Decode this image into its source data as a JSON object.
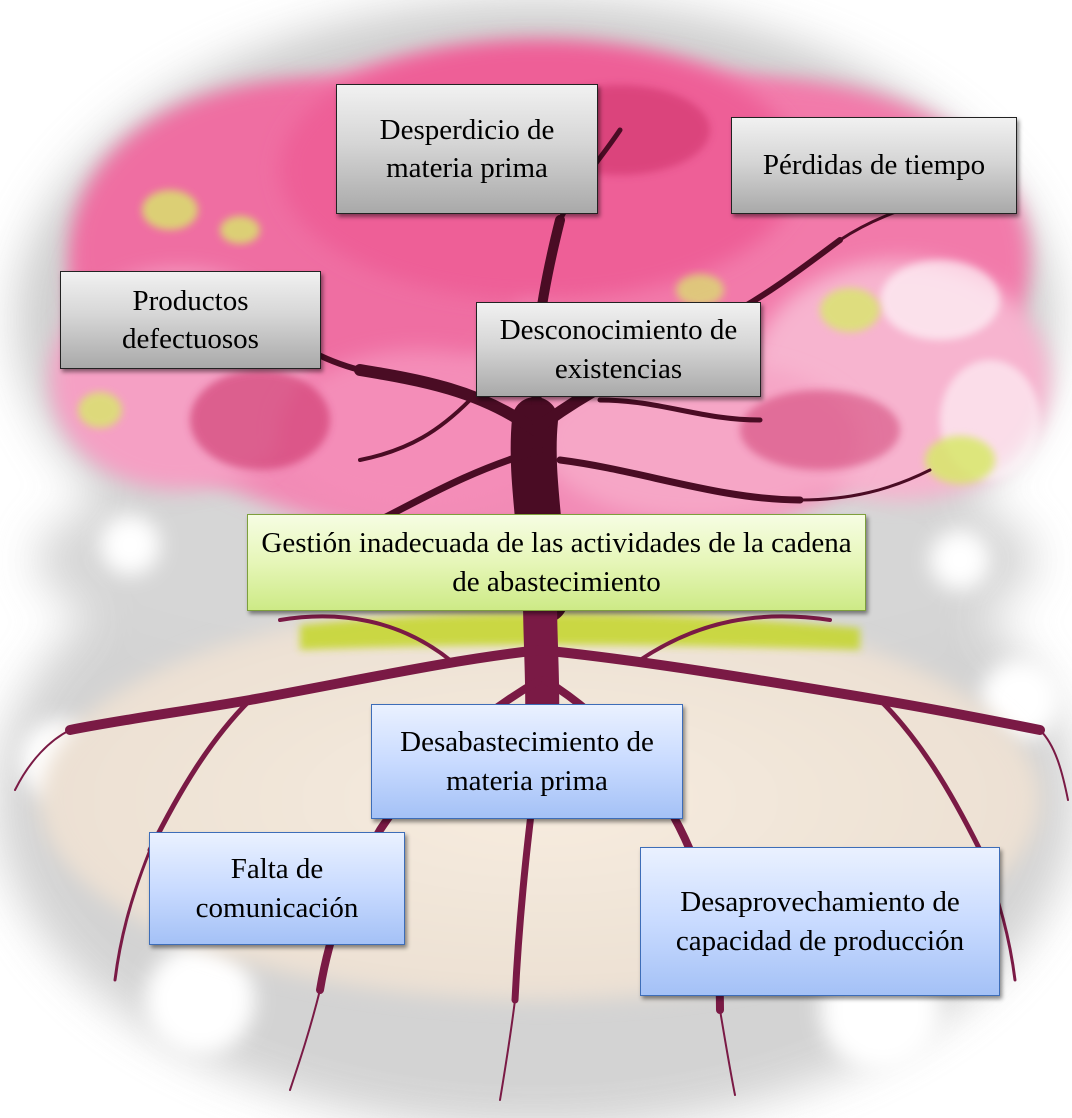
{
  "diagram": {
    "problem": "Gestión inadecuada de las actividades de la cadena de abastecimiento",
    "effects": [
      "Desperdicio de materia prima",
      "Pérdidas de tiempo",
      "Productos defectuosos",
      "Desconocimiento de existencias"
    ],
    "causes": [
      "Desabastecimiento de materia prima",
      "Falta de comunicación",
      "Desaprovechamiento de capacidad de producción"
    ]
  },
  "colors": {
    "blossom": "#f06a9e",
    "blossom_dark": "#c92a64",
    "leaf_highlight": "#d8e86a",
    "trunk": "#5a0f2c",
    "roots": "#7a1a45",
    "ground": "#c4d62a",
    "effect_box": "#c8c8c8",
    "problem_box": "#e2f5b0",
    "cause_box": "#c2d6fb"
  }
}
